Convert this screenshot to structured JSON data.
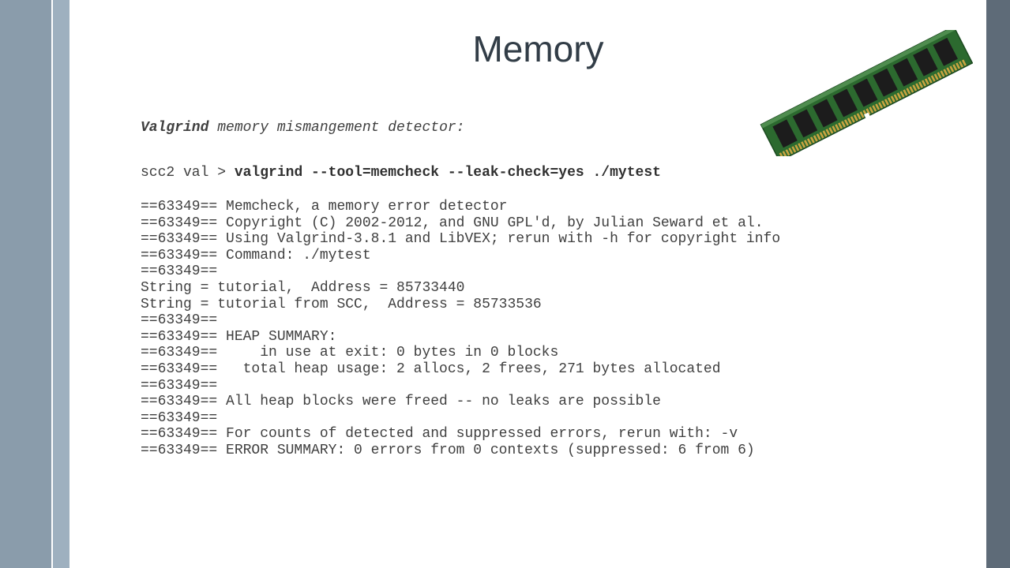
{
  "slide": {
    "title": "Memory",
    "subtitle_bold": "Valgrind",
    "subtitle_rest": " memory mismangement detector:",
    "prompt": "scc2 val > ",
    "command": "valgrind --tool=memcheck --leak-check=yes ./mytest",
    "output_lines": [
      "==63349== Memcheck, a memory error detector",
      "==63349== Copyright (C) 2002-2012, and GNU GPL'd, by Julian Seward et al.",
      "==63349== Using Valgrind-3.8.1 and LibVEX; rerun with -h for copyright info",
      "==63349== Command: ./mytest",
      "==63349==",
      "String = tutorial,  Address = 85733440",
      "String = tutorial from SCC,  Address = 85733536",
      "==63349==",
      "==63349== HEAP SUMMARY:",
      "==63349==     in use at exit: 0 bytes in 0 blocks",
      "==63349==   total heap usage: 2 allocs, 2 frees, 271 bytes allocated",
      "==63349==",
      "==63349== All heap blocks were freed -- no leaks are possible",
      "==63349==",
      "==63349== For counts of detected and suppressed errors, rerun with: -v",
      "==63349== ERROR SUMMARY: 0 errors from 0 contexts (suppressed: 6 from 6)"
    ],
    "image_icon": "ram-module-icon"
  },
  "colors": {
    "left_bar_dark": "#8a9cab",
    "left_bar_light": "#9eb0bf",
    "right_bar": "#5e6b78",
    "title": "#323d47",
    "text": "#404040",
    "pcb_green": "#2c6a2f",
    "chip_black": "#1c1c1c"
  }
}
